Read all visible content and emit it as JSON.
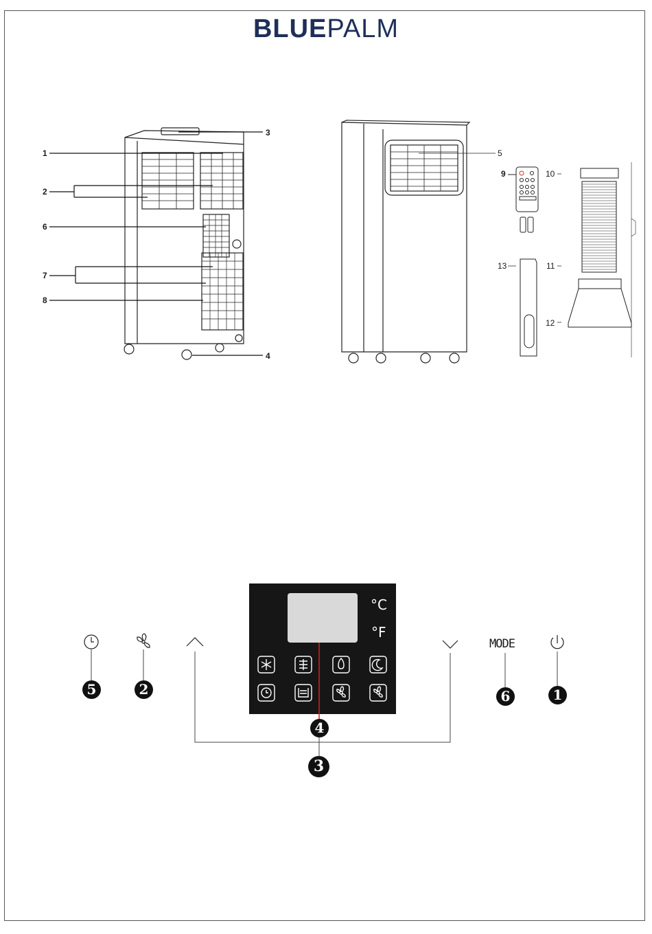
{
  "brand": {
    "bold": "BLUE",
    "light": "PALM"
  },
  "front_view_labels": [
    "1",
    "2",
    "6",
    "7",
    "8",
    "3",
    "4"
  ],
  "back_view_labels": [
    "5"
  ],
  "accessory_labels": [
    "9",
    "10",
    "11",
    "12",
    "13"
  ],
  "control_panel": {
    "units": {
      "celsius": "°C",
      "fahrenheit": "°F"
    },
    "mode_label": "MODE",
    "callouts": [
      "5",
      "2",
      "6",
      "1",
      "4",
      "3"
    ],
    "colors": {
      "panel": "#161616",
      "screen": "#d9d9d9",
      "indicator_line": "#d32020"
    }
  }
}
